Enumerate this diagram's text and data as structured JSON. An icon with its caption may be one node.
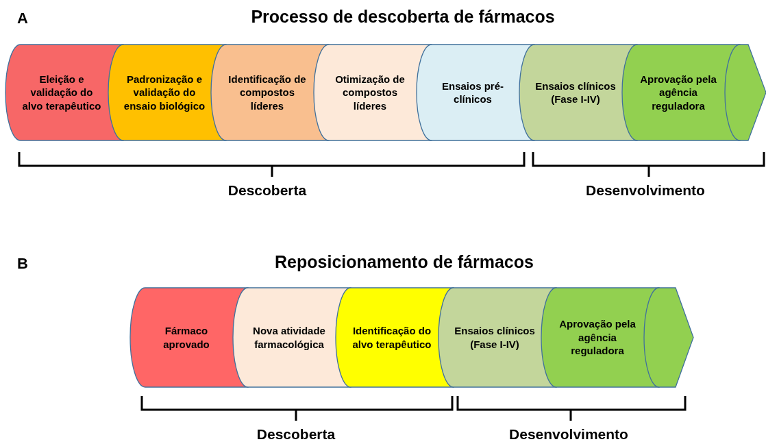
{
  "diagram": {
    "nodes": [
      {
        "text": [
          "Eleição e validação do alvo terapêutico"
        ]
      },
      {
        "text": [
          "Padronização e validação do ensaio biológico"
        ]
      },
      {
        "text": [
          "Identificação de compostos líderes"
        ]
      },
      {
        "text": [
          "Otimização de compostos líderes"
        ]
      },
      {
        "text": [
          "Ensaios pré-clínicos"
        ]
      },
      {
        "text": [
          "Ensaios clínicos (Fase I-IV)"
        ]
      },
      {
        "text": [
          "Aprovação pela agência reguladora"
        ]
      },
      {
        "text": [],
        "shape": "arrow"
      },
      {
        "text": [
          "Fármaco aprovado"
        ]
      },
      {
        "text": [
          "Nova atividade farmacológica"
        ]
      },
      {
        "text": [
          "Identificação do alvo terapêutico"
        ]
      },
      {
        "text": [
          "Ensaios clínicos (Fase I-IV)"
        ]
      },
      {
        "text": [
          "Aprovação pela agência reguladora"
        ]
      },
      {
        "text": [],
        "shape": "arrow"
      }
    ],
    "labels": [
      "A",
      "Processo de descoberta de fármacos",
      "Descoberta",
      "Desenvolvimento",
      "B",
      "Reposicionamento de fármacos",
      "Descoberta",
      "Desenvolvimento"
    ]
  }
}
